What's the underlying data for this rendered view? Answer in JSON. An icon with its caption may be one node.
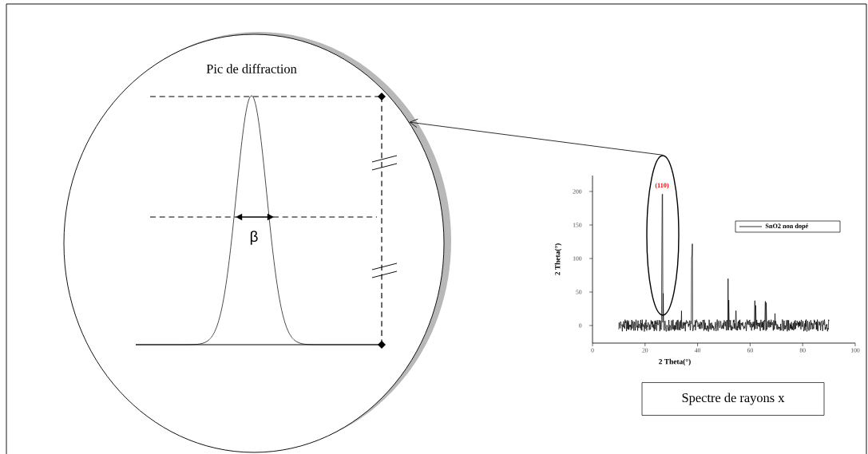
{
  "diagram": {
    "nodes": [
      {
        "text": [
          "Pic de diffraction"
        ]
      },
      {
        "text": [],
        "shape": "ellipse"
      },
      {
        "text": [
          "Spectre de rayons x"
        ]
      }
    ],
    "edges": [
      {
        "from": 1,
        "to": 0,
        "arrow": "to"
      }
    ],
    "labels": [
      "β",
      "(110)",
      "200",
      "150",
      "100",
      "50",
      "0",
      "0",
      "20",
      "40",
      "60",
      "80",
      "100",
      "2 Theta(°)",
      "2 Theta(°)"
    ],
    "legend": [
      {
        "text": "SnO2 non dopé"
      }
    ]
  }
}
